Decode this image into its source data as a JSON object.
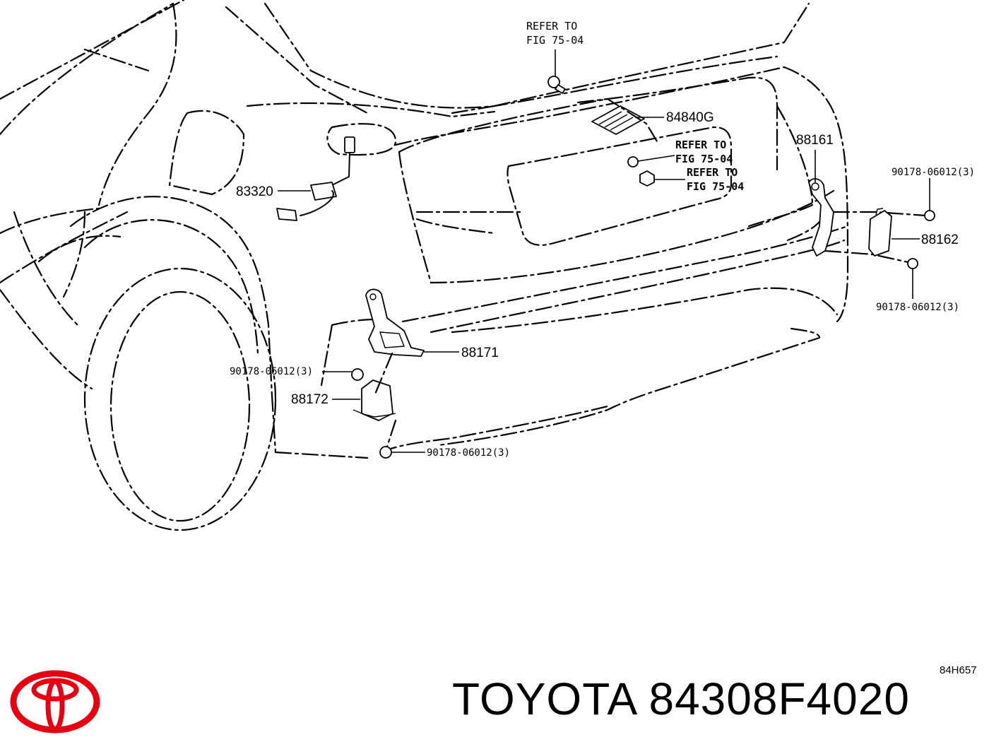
{
  "callouts": {
    "refer_top_line1": "REFER TO",
    "refer_top_line2": "FIG 75-04",
    "part_84840G": "84840G",
    "refer_mid1_line1": "REFER TO",
    "refer_mid1_line2": "FIG 75-04",
    "refer_mid2_line1": "REFER TO",
    "refer_mid2_line2": "FIG 75-04",
    "part_83320": "83320",
    "part_88161": "88161",
    "part_88162": "88162",
    "clip_right_top": "90178-06012(3)",
    "clip_right_bottom": "90178-06012(3)",
    "part_88171": "88171",
    "clip_left_top": "90178-06012(3)",
    "part_88172": "88172",
    "clip_left_bottom": "90178-06012(3)"
  },
  "footer": {
    "diagram_code": "84H657",
    "brand": "TOYOTA",
    "part_number": "84308F4020",
    "logo_icon": "toyota-logo-icon",
    "logo_color": "#e60012"
  }
}
